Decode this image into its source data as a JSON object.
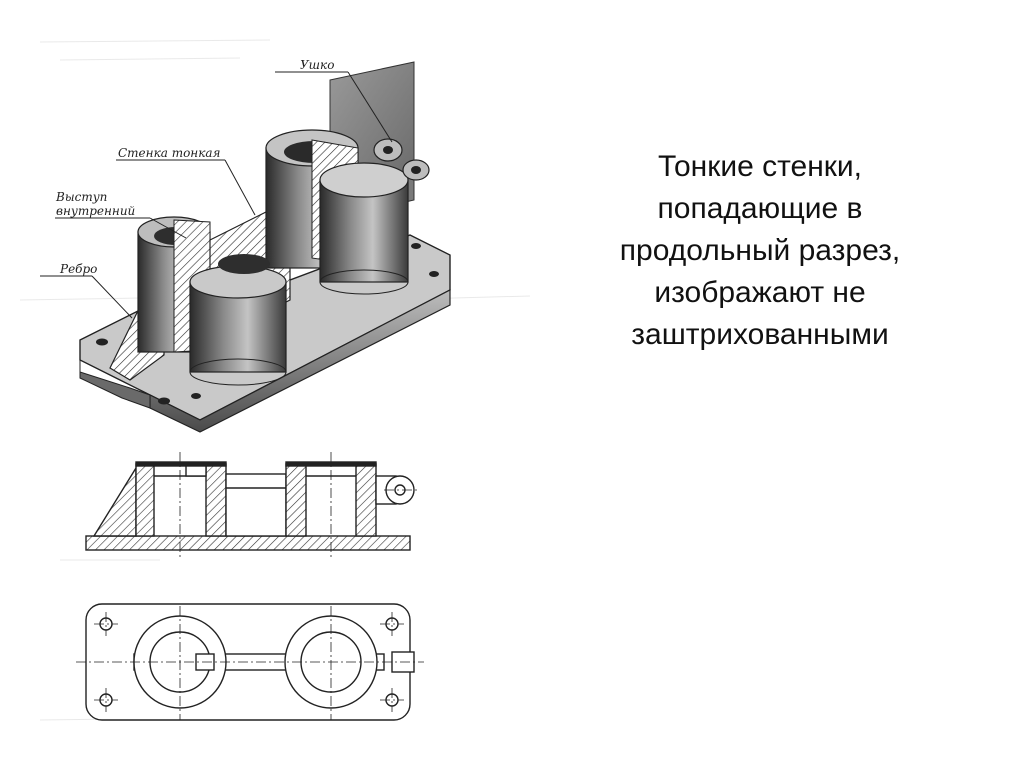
{
  "figure": {
    "labels": {
      "ear": "Ушко",
      "thin_wall": "Стенка тонкая",
      "inner_ledge_line1": "Выступ",
      "inner_ledge_line2": "внутренний",
      "rib": "Ребро"
    }
  },
  "text": {
    "lines": [
      "Тонкие стенки,",
      "попадающие в",
      "продольный разрез,",
      "изображают не",
      "заштрихованными"
    ]
  }
}
